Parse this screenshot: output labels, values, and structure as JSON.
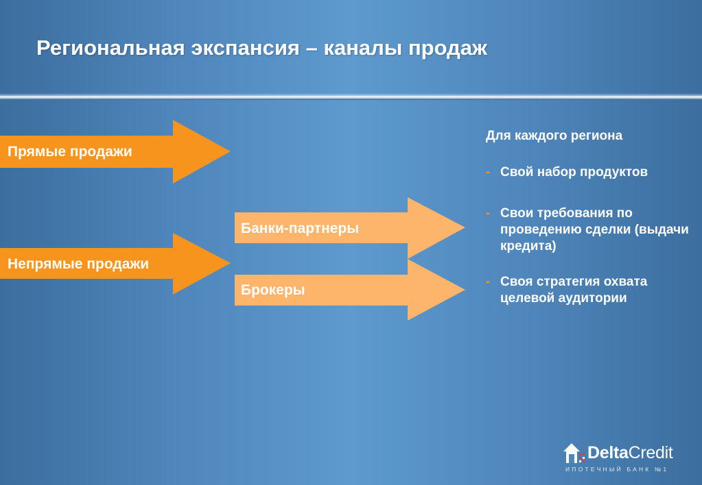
{
  "title": "Региональная экспансия – каналы продаж",
  "arrows": {
    "direct": "Прямые продажи",
    "indirect": "Непрямые продажи",
    "banks": "Банки-партнеры",
    "brokers": "Брокеры"
  },
  "panel": {
    "heading": "Для каждого региона",
    "items": [
      "Свой набор продуктов",
      "Свои требования по проведению сделки (выдачи кредита)",
      "Своя стратегия охвата целевой аудитории"
    ]
  },
  "logo": {
    "brand_bold": "Delta",
    "brand_light": "Credit",
    "tagline": "ИПОТЕЧНЫЙ БАНК №1"
  },
  "colors": {
    "primary_arrow": "#f7941d",
    "secondary_arrow": "#fdb46b",
    "dash": "#f7941d"
  }
}
